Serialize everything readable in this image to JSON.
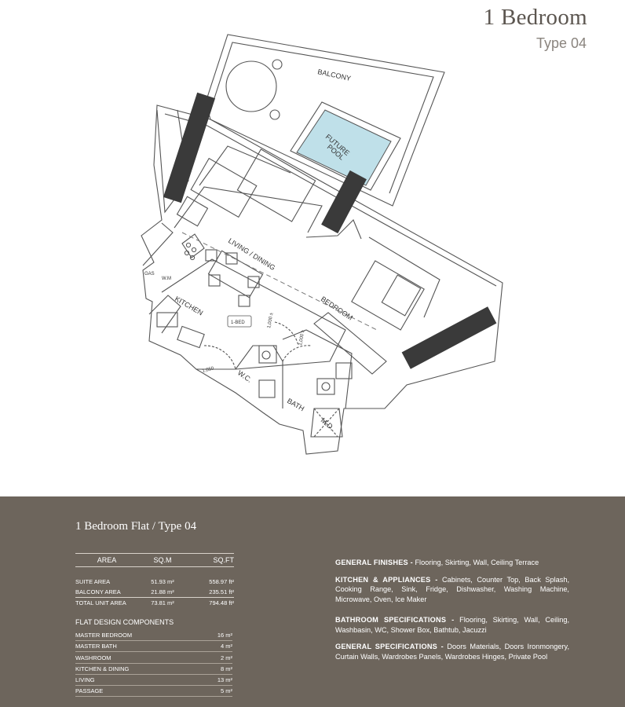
{
  "header": {
    "title": "1 Bedroom",
    "type": "Type 04"
  },
  "plan": {
    "labels": {
      "balcony": "BALCONY",
      "pool_line1": "FUTURE",
      "pool_line2": "POOL",
      "living": "LIVING / DINING",
      "bedroom": "BEDROOM",
      "kitchen": "KITCHEN",
      "one_bed": "1-BED",
      "wc": "W.C.",
      "bath": "BATH",
      "md": "M.D.",
      "wm": "W.M",
      "gas": "GAS",
      "dim1": "1,050",
      "dim2": "1,000 ±",
      "dim3": "1,000 ±"
    },
    "pool_color": "#bfe0e9",
    "column_color": "#3a3a3a"
  },
  "panel": {
    "title": "1 Bedroom Flat / Type 04",
    "bg_color": "#6d655c",
    "area_table": {
      "headers": [
        "AREA",
        "SQ.M",
        "SQ.FT"
      ],
      "rows": [
        [
          "SUITE AREA",
          "51.93 m²",
          "558.97 ft²"
        ],
        [
          "BALCONY AREA",
          "21.88 m²",
          "235.51 ft²"
        ],
        [
          "TOTAL UNIT AREA",
          "73.81 m²",
          "794.48 ft²"
        ]
      ]
    },
    "components_title": "FLAT DESIGN COMPONENTS",
    "components": [
      [
        "MASTER BEDROOM",
        "16 m²"
      ],
      [
        "MASTER BATH",
        "4 m²"
      ],
      [
        "WASHROOM",
        "2 m²"
      ],
      [
        "KITCHEN & DINING",
        "8 m²"
      ],
      [
        "LIVING",
        "13 m²"
      ],
      [
        "PASSAGE",
        "5 m²"
      ]
    ],
    "specs": [
      {
        "label": "GENERAL FINISHES -",
        "text": " Flooring, Skirting, Wall, Ceiling Terrace"
      },
      {
        "label": "KITCHEN & APPLIANCES -",
        "text": " Cabinets, Counter Top, Back Splash, Cooking Range, Sink, Fridge, Dishwasher, Washing Machine, Microwave, Oven, Ice Maker"
      },
      {
        "label": "BATHROOM SPECIFICATIONS -",
        "text": " Flooring, Skirting, Wall, Ceiling, Washbasin, WC, Shower Box, Bathtub, Jacuzzi"
      },
      {
        "label": "GENERAL SPECIFICATIONS -",
        "text": " Doors Materials, Doors Ironmongery, Curtain Walls, Wardrobes Panels, Wardrobes Hinges, Private Pool"
      }
    ]
  }
}
